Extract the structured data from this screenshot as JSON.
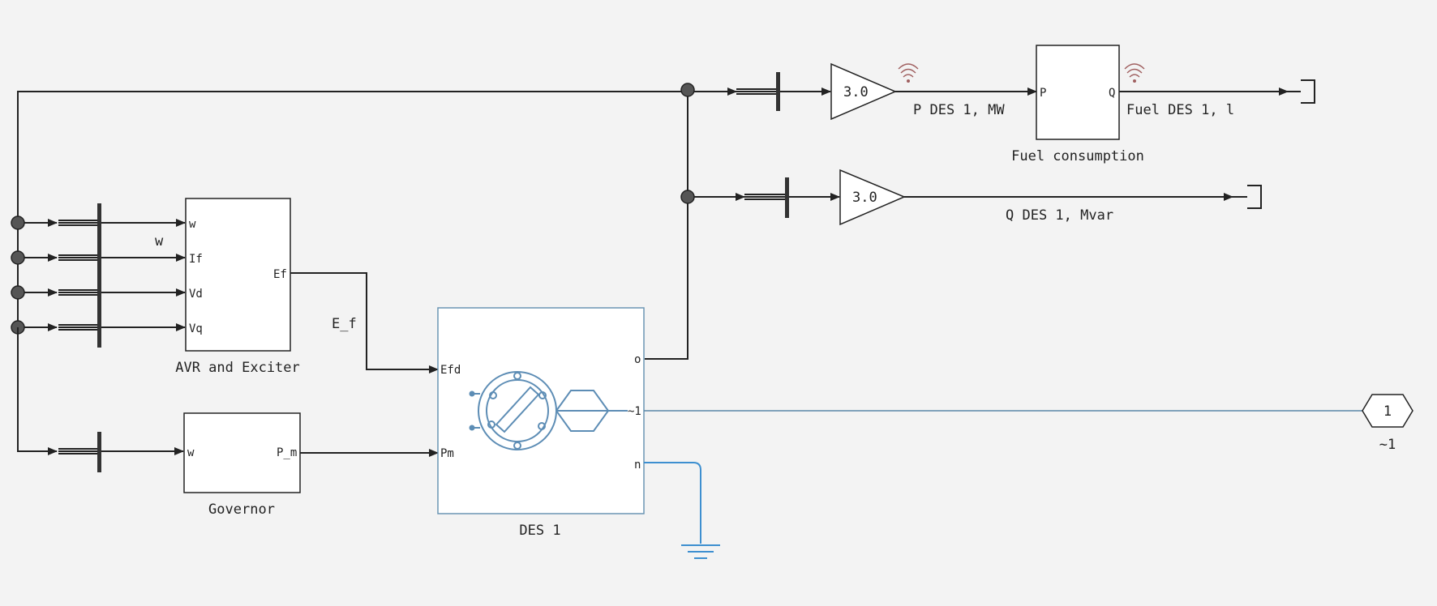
{
  "blocks": {
    "avr": {
      "label": "AVR and Exciter",
      "ports_in": [
        "w",
        "If",
        "Vd",
        "Vq"
      ],
      "port_out": "Ef"
    },
    "governor": {
      "label": "Governor",
      "port_in": "w",
      "port_out": "P_m"
    },
    "des": {
      "label": "DES 1",
      "port_efd": "Efd",
      "port_pm": "Pm",
      "port_o": "o",
      "port_ac": "~1",
      "port_n": "n"
    },
    "gain_p": {
      "value": "3.0"
    },
    "gain_q": {
      "value": "3.0"
    },
    "fuel": {
      "label": "Fuel consumption",
      "port_in": "P",
      "port_out": "Q"
    },
    "outport": {
      "number": "1",
      "label": "~1"
    }
  },
  "signals": {
    "w": "w",
    "e_f": "E_f",
    "p_des": "P DES 1, MW",
    "fuel_des": "Fuel DES 1, l",
    "q_des": "Q DES 1, Mvar"
  }
}
